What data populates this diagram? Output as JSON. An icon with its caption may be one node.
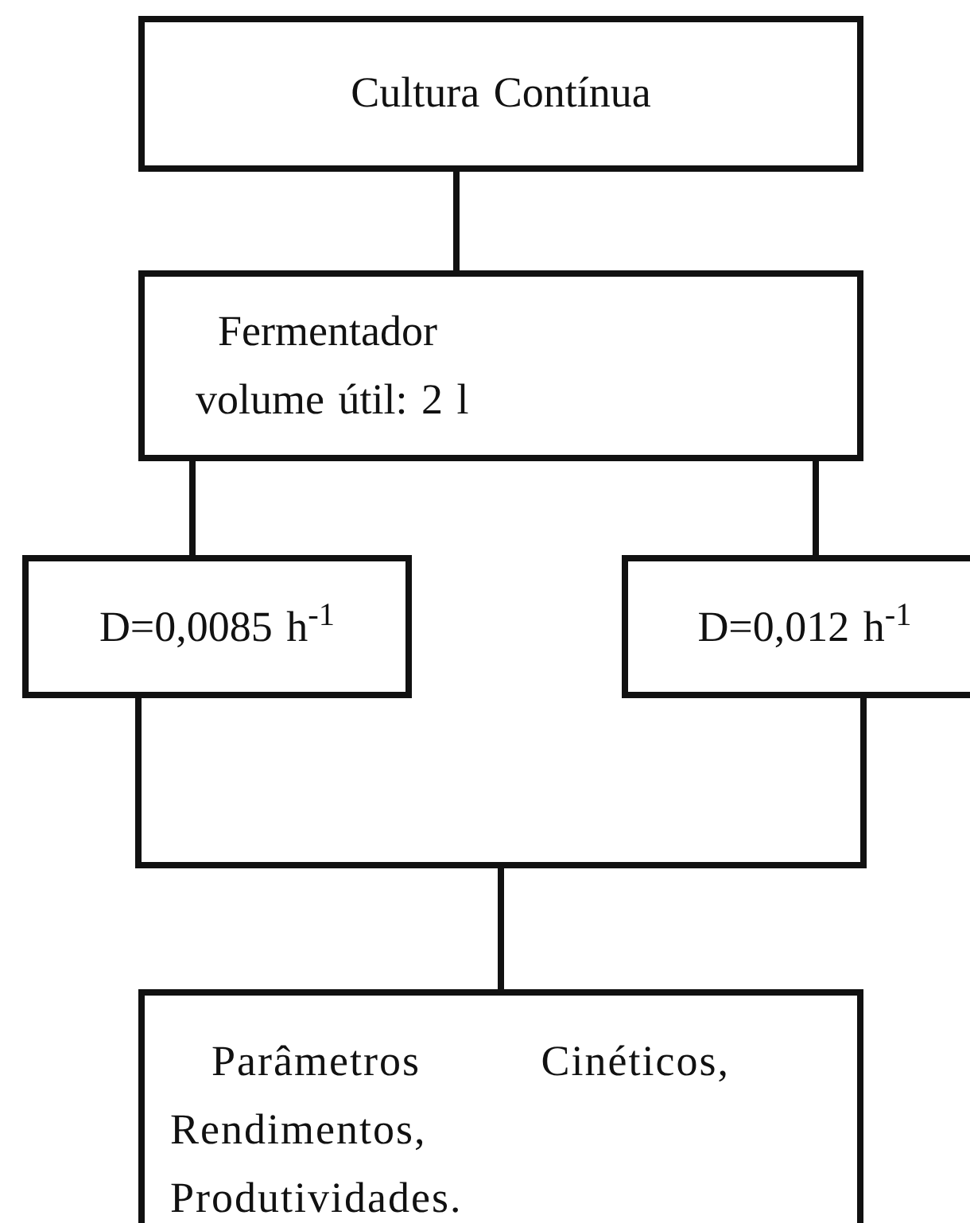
{
  "diagram": {
    "nodes": [
      {
        "text": [
          "Cultura Contínua"
        ]
      },
      {
        "text": [
          "Fermentador",
          "volume útil: 2 l"
        ]
      },
      {
        "text": [
          "D=0,0085 h$^{-1}$"
        ]
      },
      {
        "text": [
          "D=0,012 h$^{-1}$"
        ]
      },
      {
        "text": [
          "Parâmetros Cinéticos, Rendimentos, Produtividades."
        ]
      }
    ],
    "edges": [
      {
        "from": 0,
        "to": 1,
        "arrow": "none"
      },
      {
        "from": 1,
        "to": 2,
        "arrow": "none"
      },
      {
        "from": 1,
        "to": 3,
        "arrow": "none"
      },
      {
        "from": 2,
        "to": 4,
        "arrow": "none"
      },
      {
        "from": 3,
        "to": 4,
        "arrow": "none"
      }
    ]
  }
}
